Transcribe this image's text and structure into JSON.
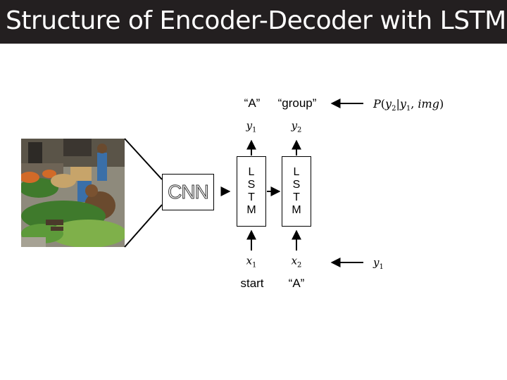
{
  "slide": {
    "title": "Structure of Encoder-Decoder with LSTM"
  },
  "cnn": {
    "label": "CNN"
  },
  "lstm_cells": [
    {
      "letters": [
        "L",
        "S",
        "T",
        "M"
      ]
    },
    {
      "letters": [
        "L",
        "S",
        "T",
        "M"
      ]
    }
  ],
  "outputs": [
    {
      "var": "y",
      "sub": "1",
      "word": "“A”"
    },
    {
      "var": "y",
      "sub": "2",
      "word": "“group”"
    }
  ],
  "inputs": [
    {
      "var": "x",
      "sub": "1",
      "word": "start"
    },
    {
      "var": "x",
      "sub": "2",
      "word": "“A”"
    }
  ],
  "probability": {
    "p": "P",
    "open": "(",
    "y2_var": "y",
    "y2_sub": "2",
    "bar": "|",
    "y1_var": "y",
    "y1_sub": "1",
    "comma": ", ",
    "img": "img",
    "close": ")"
  },
  "side_input": {
    "var": "y",
    "sub": "1"
  },
  "photo_colors": {
    "sky": "#c9c2b4",
    "ground": "#8e8a7c",
    "greens": "#3f7a2c",
    "light_greens": "#7fb04a",
    "orange": "#d26a28",
    "blue": "#3a6fa8",
    "brown": "#6a4a2e",
    "cloth": "#c7a46a"
  }
}
